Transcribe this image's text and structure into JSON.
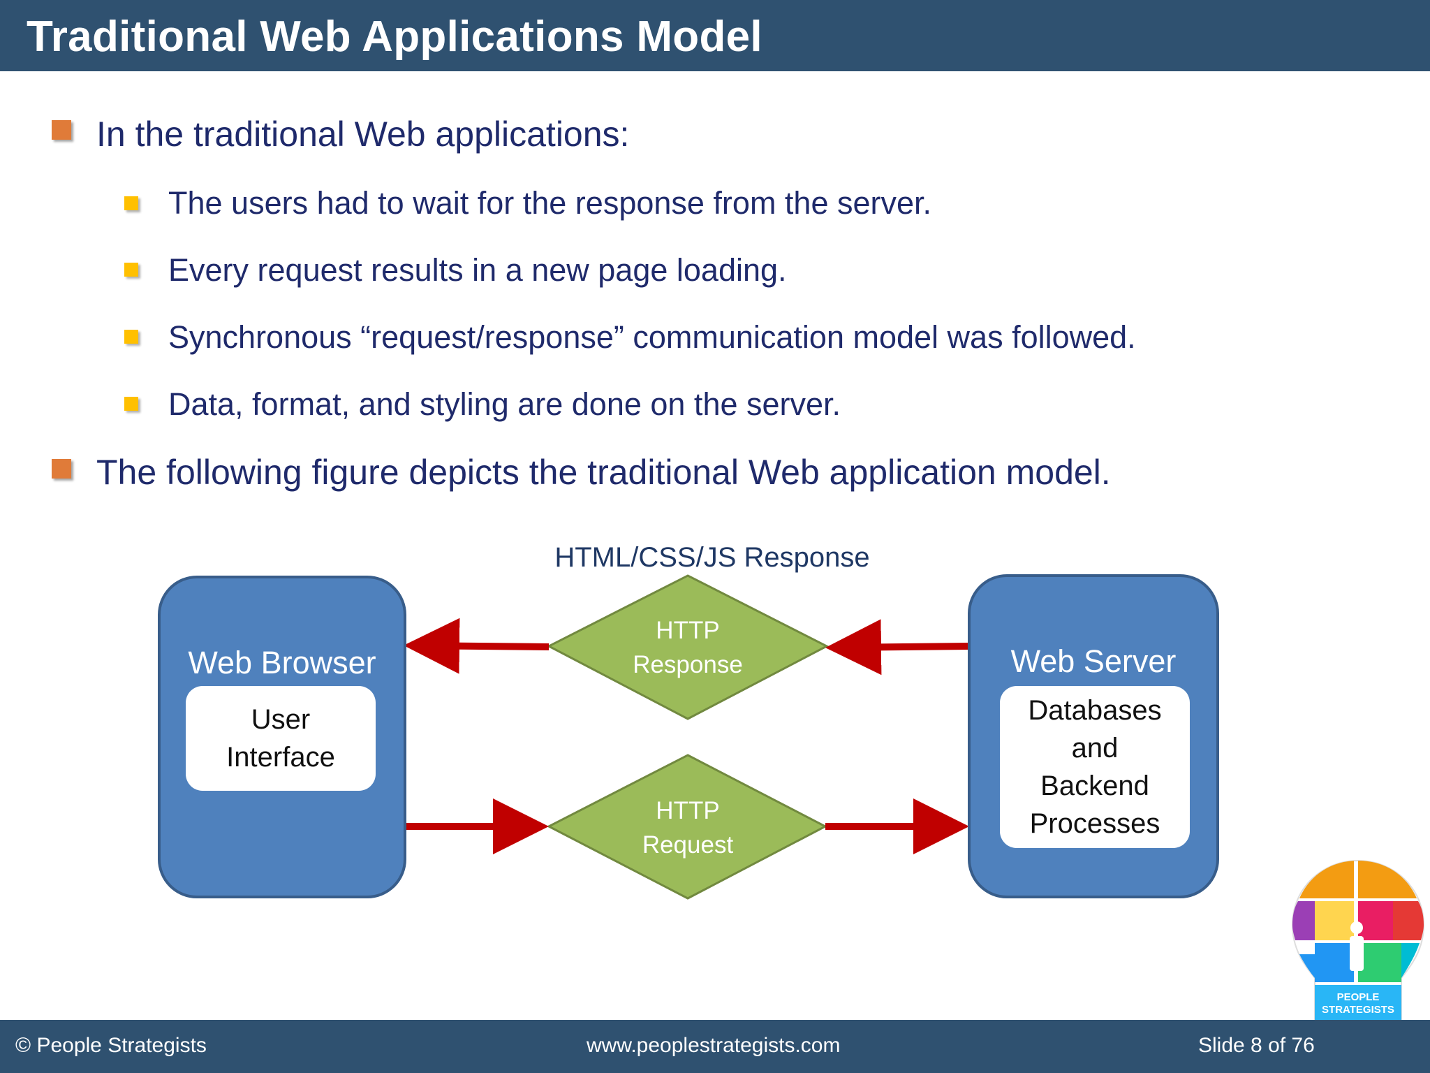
{
  "slide": {
    "title": "Traditional Web Applications Model"
  },
  "bullets": {
    "main_1": "In the traditional Web applications:",
    "sub": [
      "The users had to wait for the response from the server.",
      "Every request results in a new page loading.",
      "Synchronous “request/response” communication model was followed.",
      "Data, format, and styling are done on the server."
    ],
    "main_2": "The following figure depicts the traditional Web application model."
  },
  "diagram": {
    "response_caption": "HTML/CSS/JS Response",
    "browser": {
      "title": "Web Browser",
      "inner_line1": "User",
      "inner_line2": "Interface"
    },
    "server": {
      "title": "Web Server",
      "inner_line1": "Databases",
      "inner_line2": "and",
      "inner_line3": "Backend",
      "inner_line4": "Processes"
    },
    "http_response": {
      "line1": "HTTP",
      "line2": "Response"
    },
    "http_request": {
      "line1": "HTTP",
      "line2": "Request"
    },
    "colors": {
      "box_fill": "#4f81bd",
      "box_border": "#385d8a",
      "diamond_fill": "#9bbb59",
      "arrow": "#c00000"
    }
  },
  "logo": {
    "text_line1": "PEOPLE",
    "text_line2": "STRATEGISTS"
  },
  "footer": {
    "copyright": "© People Strategists",
    "website": "www.peoplestrategists.com",
    "slide_number": "Slide 8 of 76"
  }
}
